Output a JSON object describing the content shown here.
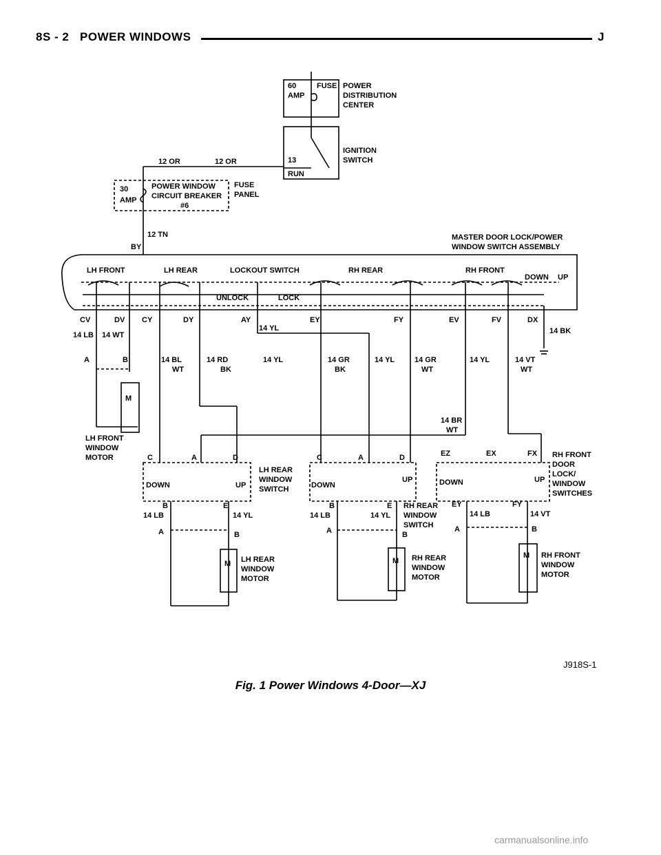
{
  "header": {
    "section": "8S - 2",
    "title": "POWER WINDOWS",
    "model_letter": "J"
  },
  "power_distribution": {
    "fuse_rating": [
      "60",
      "AMP"
    ],
    "fuse_label": "FUSE",
    "name": [
      "POWER",
      "DISTRIBUTION",
      "CENTER"
    ]
  },
  "ignition": {
    "terminal": [
      "13",
      "RUN"
    ],
    "name": [
      "IGNITION",
      "SWITCH"
    ]
  },
  "wires_top": {
    "left": "12 OR",
    "right": "12 OR"
  },
  "fuse_panel": {
    "rating": [
      "30",
      "AMP"
    ],
    "breaker": [
      "POWER WINDOW",
      "CIRCUIT BREAKER",
      "#6"
    ],
    "panel": [
      "FUSE",
      "PANEL"
    ]
  },
  "feed": {
    "wire": "12 TN",
    "connector": "BY"
  },
  "master": {
    "name": [
      "MASTER DOOR LOCK/POWER",
      "WINDOW SWITCH ASSEMBLY"
    ],
    "sections": [
      "LH FRONT",
      "LH REAR",
      "LOCKOUT SWITCH",
      "RH REAR",
      "RH FRONT"
    ],
    "unlock": "UNLOCK",
    "lock": "LOCK",
    "down": "DOWN",
    "up": "UP",
    "pins": [
      "CV",
      "DV",
      "CY",
      "DY",
      "AY",
      "EY",
      "FY",
      "EV",
      "FV",
      "DX"
    ]
  },
  "wires": {
    "lb": "14 LB",
    "wt": "14 WT",
    "yl": "14 YL",
    "bk": "14 BK",
    "bl": [
      "14 BL",
      "WT"
    ],
    "rd": [
      "14 RD",
      "BK"
    ],
    "gr1": [
      "14 GR",
      "BK"
    ],
    "gr2": [
      "14 GR",
      "WT"
    ],
    "vt": [
      "14 VT",
      "WT"
    ],
    "br": [
      "14 BR",
      "WT"
    ],
    "vt2": "14 VT"
  },
  "pins_ab": {
    "a": "A",
    "b": "B",
    "c": "C",
    "d": "D",
    "e": "E"
  },
  "lh_front_motor": {
    "name": [
      "LH FRONT",
      "WINDOW",
      "MOTOR"
    ]
  },
  "lh_rear_switch": {
    "name": [
      "LH REAR",
      "WINDOW",
      "SWITCH"
    ]
  },
  "lh_rear_motor": {
    "name": [
      "LH REAR",
      "WINDOW",
      "MOTOR"
    ]
  },
  "rh_rear_switch": {
    "name": [
      "RH REAR",
      "WINDOW",
      "SWITCH"
    ]
  },
  "rh_rear_motor": {
    "name": [
      "RH REAR",
      "WINDOW",
      "MOTOR"
    ]
  },
  "rh_front_switches": {
    "name": [
      "RH FRONT",
      "DOOR",
      "LOCK/",
      "WINDOW",
      "SWITCHES"
    ],
    "pins": [
      "EZ",
      "EX",
      "FX",
      "EY",
      "FY"
    ]
  },
  "rh_front_motor": {
    "name": [
      "RH FRONT",
      "WINDOW",
      "MOTOR"
    ]
  },
  "motor_symbol": "M",
  "figure_id": "J918S-1",
  "caption": "Fig. 1 Power Windows 4-Door—XJ",
  "footer": "carmanualsonline.info"
}
